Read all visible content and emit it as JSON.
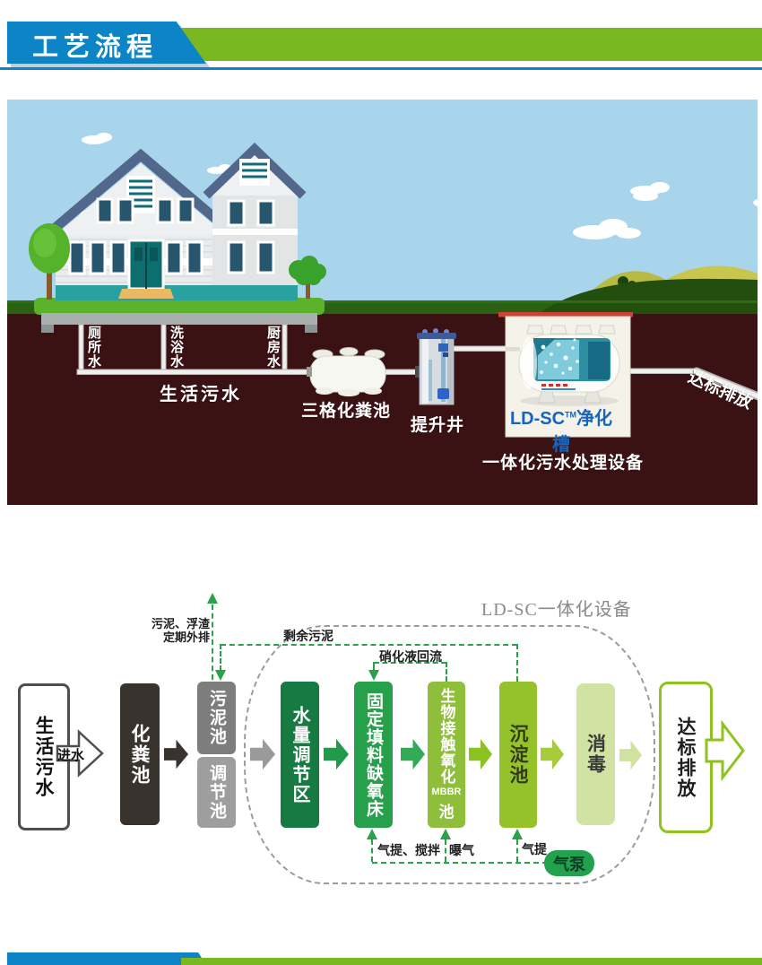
{
  "header": {
    "title": "工艺流程"
  },
  "illustration": {
    "pipe_labels": {
      "toilet": "厕所水",
      "bath": "洗浴水",
      "kitchen": "厨房水"
    },
    "sewage_label": "生活污水",
    "septic_label": "三格化粪池",
    "lift_label": "提升井",
    "tank_brand": "LD-SC",
    "tank_tm": "TM",
    "tank_name": "净化槽",
    "discharge_label": "达标排放",
    "device_label": "一体化污水处理设备"
  },
  "diagram": {
    "container_label": "LD-SC一体化设备",
    "nodes": {
      "influent": "生活污水",
      "septic": "化粪池",
      "sludge": "污泥池",
      "regulating": "调节池",
      "flow_reg": "水量调节区",
      "anoxic": "固定填料缺氧床",
      "bio_top": "生物接触氧化",
      "bio_mid": "MBBR",
      "bio_bottom": "池",
      "sediment": "沉淀池",
      "disinfect": "消毒",
      "discharge": "达标排放"
    },
    "annotations": {
      "inflow": "进水",
      "sludge_out_1": "污泥、浮渣",
      "sludge_out_2": "定期外排",
      "excess_sludge": "剩余污泥",
      "nitrate_return": "硝化液回流",
      "airlift_stir": "气提、搅拌",
      "aeration": "曝气",
      "airlift": "气提",
      "air_pump": "气泵"
    }
  },
  "palette": {
    "banner_blue": "#0d84c6",
    "banner_green": "#79b821",
    "underground": "#3a1214",
    "sky": "#a9d5ec",
    "green_line": "#2aa24c",
    "dark_box": "#39332e",
    "sludge_gray": "#7d7d7d",
    "regulating_gray": "#9e9e9e",
    "deep_green": "#177a43",
    "mid_green": "#26a04b",
    "light_green": "#8fbe3b",
    "yellow_green": "#95c22b",
    "pale_green": "#d0e3a3",
    "border_green": "#8dc21f",
    "tank_label_blue": "#1664bd",
    "red_strip": "#ce4134"
  }
}
